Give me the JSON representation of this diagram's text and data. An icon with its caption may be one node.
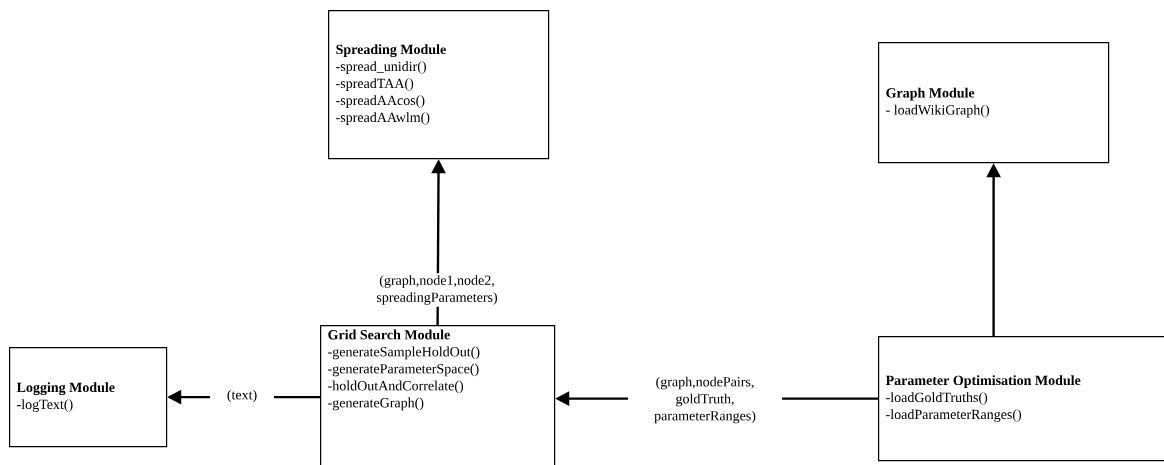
{
  "diagram": {
    "nodes": [
      {
        "text": [
          "Spreading Module",
          "-spread_unidir()",
          "-spreadTAA()",
          "-spreadAAcos()",
          "-spreadAAwlm()"
        ]
      },
      {
        "text": [
          "Graph Module",
          "- loadWikiGraph()"
        ]
      },
      {
        "text": [
          "Logging Module",
          "**-**logText()"
        ]
      },
      {
        "text": [
          "Grid Search Module",
          "-generateSampleHoldOut()",
          "-generateParameterSpace()",
          "-holdOutAndCorrelate()",
          "-generateGraph()"
        ]
      },
      {
        "text": [
          "Parameter Optimisation Module",
          "-loadGoldTruths()",
          "-loadParameterRanges()"
        ]
      }
    ],
    "edges": [
      {
        "from": 3,
        "to": 0,
        "arrow": "to",
        "label": "(graph,node1,node2, spreadingParameters)"
      },
      {
        "from": 4,
        "to": 1,
        "arrow": "to"
      },
      {
        "from": 3,
        "to": 2,
        "arrow": "to",
        "label": "(text)"
      },
      {
        "from": 4,
        "to": 3,
        "arrow": "to",
        "label": "(graph,nodePairs, goldTruth, parameterRanges)"
      }
    ]
  }
}
